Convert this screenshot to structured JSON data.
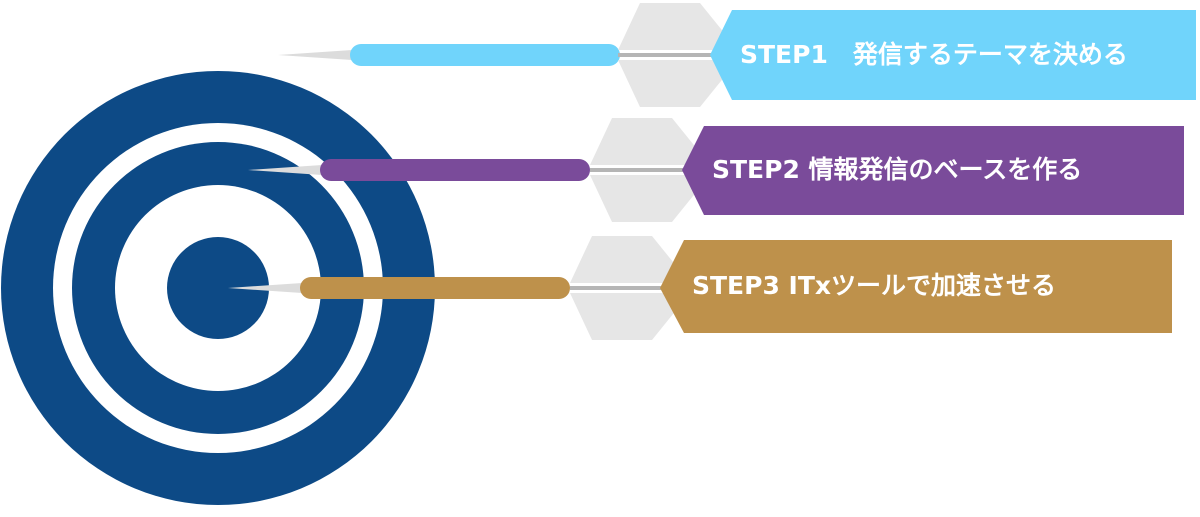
{
  "steps": [
    {
      "label": "STEP1　発信するテーマを決める",
      "color": "#70d4fb"
    },
    {
      "label": "STEP2 情報発信のベースを作る",
      "color": "#7a4b9a"
    },
    {
      "label": "STEP3 ITxツールで加速させる",
      "color": "#be914b"
    }
  ],
  "colors": {
    "target": "#0d4a86",
    "fletching": "#e6e6e6",
    "arrow_shaft": "#b8b8b8",
    "arrow_tip": "#d8d8d8"
  }
}
